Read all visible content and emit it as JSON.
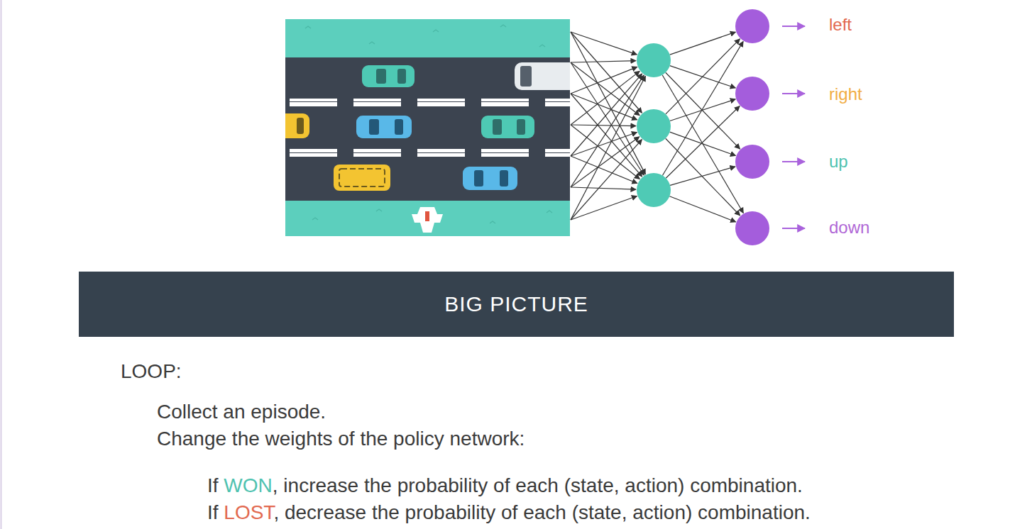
{
  "diagram": {
    "nodes": [
      {
        "text": [
          "BIG PICTURE"
        ]
      }
    ],
    "labels": [
      "left",
      "right",
      "up",
      "down",
      "LOOP:",
      "Collect an episode.",
      "Change the weights of the policy network:",
      "If WON, increase the probability of each (state, action) combination.",
      "If LOST, decrease the probability of each (state, action) combination."
    ]
  }
}
